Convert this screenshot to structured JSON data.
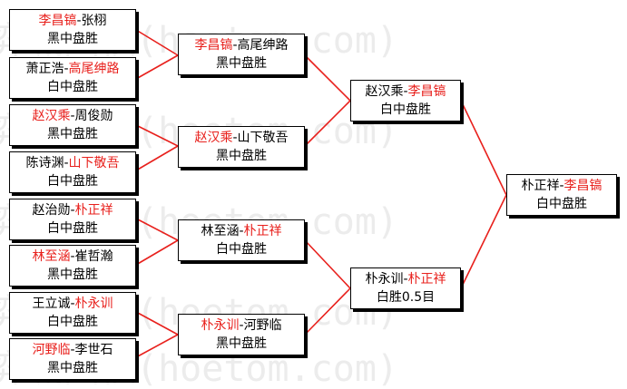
{
  "watermark": "弈城围棋(hoetom.com)",
  "matches": [
    {
      "id": "r1m1",
      "a": "李昌镐",
      "b": "张栩",
      "winner": "a",
      "result": "黑中盘胜"
    },
    {
      "id": "r1m2",
      "a": "萧正浩",
      "b": "高尾绅路",
      "winner": "b",
      "result": "白中盘胜"
    },
    {
      "id": "r1m3",
      "a": "赵汉乘",
      "b": "周俊勋",
      "winner": "a",
      "result": "黑中盘胜"
    },
    {
      "id": "r1m4",
      "a": "陈诗渊",
      "b": "山下敬吾",
      "winner": "b",
      "result": "白中盘胜"
    },
    {
      "id": "r1m5",
      "a": "赵治勋",
      "b": "朴正祥",
      "winner": "b",
      "result": "白中盘胜"
    },
    {
      "id": "r1m6",
      "a": "林至涵",
      "b": "崔哲瀚",
      "winner": "a",
      "result": "黑中盘胜"
    },
    {
      "id": "r1m7",
      "a": "王立诚",
      "b": "朴永训",
      "winner": "b",
      "result": "白中盘胜"
    },
    {
      "id": "r1m8",
      "a": "河野临",
      "b": "李世石",
      "winner": "a",
      "result": "黑中盘胜"
    },
    {
      "id": "r2m1",
      "a": "李昌镐",
      "b": "高尾绅路",
      "winner": "a",
      "result": "黑中盘胜"
    },
    {
      "id": "r2m2",
      "a": "赵汉乘",
      "b": "山下敬吾",
      "winner": "a",
      "result": "黑中盘胜"
    },
    {
      "id": "r2m3",
      "a": "林至涵",
      "b": "朴正祥",
      "winner": "b",
      "result": "白中盘胜"
    },
    {
      "id": "r2m4",
      "a": "朴永训",
      "b": "河野临",
      "winner": "a",
      "result": "黑中盘胜"
    },
    {
      "id": "r3m1",
      "a": "赵汉乘",
      "b": "李昌镐",
      "winner": "b",
      "result": "白中盘胜"
    },
    {
      "id": "r3m2",
      "a": "朴永训",
      "b": "朴正祥",
      "winner": "b",
      "result": "白胜0.5目"
    },
    {
      "id": "final",
      "a": "朴正祥",
      "b": "李昌镐",
      "winner": "b",
      "result": "白中盘胜"
    }
  ],
  "colors": {
    "winner": "#e8201c",
    "loser": "#000000",
    "connector": "#e8201c",
    "border": "#000000"
  }
}
